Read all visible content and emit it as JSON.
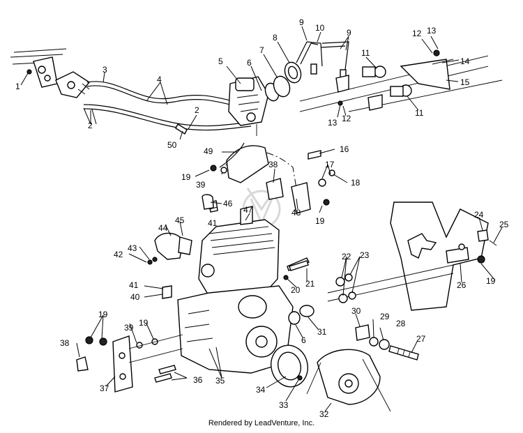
{
  "credit": "Rendered by LeadVenture, Inc.",
  "callouts": [
    {
      "id": "c1",
      "text": "1"
    },
    {
      "id": "c2a",
      "text": "2"
    },
    {
      "id": "c2b",
      "text": "2"
    },
    {
      "id": "c3",
      "text": "3"
    },
    {
      "id": "c4",
      "text": "4"
    },
    {
      "id": "c5",
      "text": "5"
    },
    {
      "id": "c6a",
      "text": "6"
    },
    {
      "id": "c6b",
      "text": "6"
    },
    {
      "id": "c7",
      "text": "7"
    },
    {
      "id": "c8",
      "text": "8"
    },
    {
      "id": "c9a",
      "text": "9"
    },
    {
      "id": "c9b",
      "text": "9"
    },
    {
      "id": "c10",
      "text": "10"
    },
    {
      "id": "c11a",
      "text": "11"
    },
    {
      "id": "c11b",
      "text": "11"
    },
    {
      "id": "c12a",
      "text": "12"
    },
    {
      "id": "c12b",
      "text": "12"
    },
    {
      "id": "c13a",
      "text": "13"
    },
    {
      "id": "c13b",
      "text": "13"
    },
    {
      "id": "c14",
      "text": "14"
    },
    {
      "id": "c15",
      "text": "15"
    },
    {
      "id": "c16",
      "text": "16"
    },
    {
      "id": "c17",
      "text": "17"
    },
    {
      "id": "c18",
      "text": "18"
    },
    {
      "id": "c19a",
      "text": "19"
    },
    {
      "id": "c19b",
      "text": "19"
    },
    {
      "id": "c19c",
      "text": "19"
    },
    {
      "id": "c19d",
      "text": "19"
    },
    {
      "id": "c19e",
      "text": "19"
    },
    {
      "id": "c20",
      "text": "20"
    },
    {
      "id": "c21",
      "text": "21"
    },
    {
      "id": "c22",
      "text": "22"
    },
    {
      "id": "c23",
      "text": "23"
    },
    {
      "id": "c24",
      "text": "24"
    },
    {
      "id": "c25",
      "text": "25"
    },
    {
      "id": "c26",
      "text": "26"
    },
    {
      "id": "c27",
      "text": "27"
    },
    {
      "id": "c28",
      "text": "28"
    },
    {
      "id": "c29",
      "text": "29"
    },
    {
      "id": "c30",
      "text": "30"
    },
    {
      "id": "c31",
      "text": "31"
    },
    {
      "id": "c32",
      "text": "32"
    },
    {
      "id": "c33",
      "text": "33"
    },
    {
      "id": "c34",
      "text": "34"
    },
    {
      "id": "c35",
      "text": "35"
    },
    {
      "id": "c36",
      "text": "36"
    },
    {
      "id": "c37",
      "text": "37"
    },
    {
      "id": "c38a",
      "text": "38"
    },
    {
      "id": "c38b",
      "text": "38"
    },
    {
      "id": "c39a",
      "text": "39"
    },
    {
      "id": "c39b",
      "text": "39"
    },
    {
      "id": "c40",
      "text": "40"
    },
    {
      "id": "c41a",
      "text": "41"
    },
    {
      "id": "c41b",
      "text": "41"
    },
    {
      "id": "c42",
      "text": "42"
    },
    {
      "id": "c43",
      "text": "43"
    },
    {
      "id": "c44",
      "text": "44"
    },
    {
      "id": "c45",
      "text": "45"
    },
    {
      "id": "c46",
      "text": "46"
    },
    {
      "id": "c47",
      "text": "47"
    },
    {
      "id": "c48",
      "text": "48"
    },
    {
      "id": "c49",
      "text": "49"
    },
    {
      "id": "c50",
      "text": "50"
    }
  ]
}
